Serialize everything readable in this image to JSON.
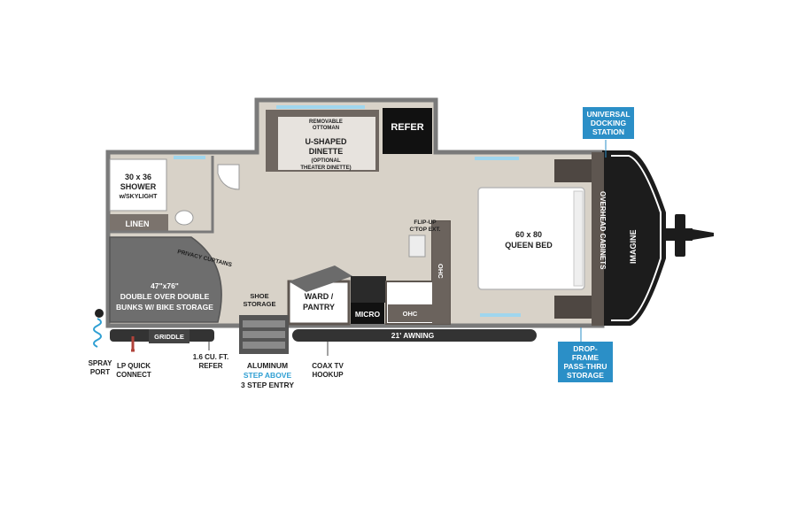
{
  "brand": {
    "logo_text": "IMAGINE"
  },
  "callouts": {
    "docking": [
      "UNIVERSAL",
      "DOCKING",
      "STATION"
    ],
    "storage": [
      "DROP-FRAME",
      "PASS-THRU",
      "STORAGE"
    ]
  },
  "rooms": {
    "refer": "REFER",
    "ottoman": [
      "REMOVABLE",
      "OTTOMAN"
    ],
    "dinette": [
      "U-SHAPED",
      "DINETTE"
    ],
    "dinette_note": [
      "(OPTIONAL",
      "THEATER DINETTE)"
    ],
    "shower": [
      "30 x 36",
      "SHOWER",
      "w/SKYLIGHT"
    ],
    "linen": "LINEN",
    "privacy": "PRIVACY CURTAINS",
    "bunks": [
      "47\"x76\"",
      "DOUBLE OVER DOUBLE",
      "BUNKS W/ BIKE STORAGE"
    ],
    "flipup": [
      "FLIP-UP",
      "C'TOP EXT."
    ],
    "ohc": "OHC",
    "bed": [
      "60 x 80",
      "QUEEN BED"
    ],
    "overhead": "OVERHEAD CABINETS",
    "shoe": [
      "SHOE",
      "STORAGE"
    ],
    "ward": [
      "WARD /",
      "PANTRY"
    ],
    "micro": "MICRO",
    "awning": "21' AWNING",
    "griddle": "GRIDDLE"
  },
  "exterior": {
    "spray": [
      "SPRAY",
      "PORT"
    ],
    "lp": [
      "LP QUICK",
      "CONNECT"
    ],
    "refer": [
      "1.6 CU. FT.",
      "REFER"
    ],
    "step": [
      "ALUMINUM",
      "STEP ABOVE",
      "3 STEP ENTRY"
    ],
    "coax": [
      "COAX TV",
      "HOOKUP"
    ]
  }
}
